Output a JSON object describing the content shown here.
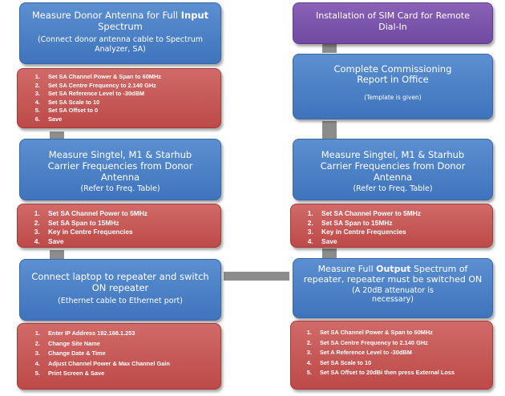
{
  "left_column": {
    "box1": {
      "title_pre": "Measure Donor Antenna for Full ",
      "title_bold": "Input",
      "title_post": " Spectrum",
      "subtitle": "(Connect donor antenna cable to Spectrum Analyzer, SA)"
    },
    "list1": [
      "Set SA Channel Power & Span to 60MHz",
      "Set SA Centre Frequency to 2.140 GHz",
      "Set SA Reference Level to -30dBM",
      "Set SA Scale to 10",
      "Set SA Offset to 0",
      "Save"
    ],
    "box2": {
      "title": "Measure Singtel, M1 & Starhub Carrier Frequencies from Donor Antenna",
      "subtitle": "(Refer to Freq. Table)"
    },
    "list2": [
      "Set SA Channel Power to 5MHz",
      "Set SA Span to 15MHz",
      "Key in Centre Frequencies",
      "Save"
    ],
    "box3": {
      "title": "Connect laptop to repeater and switch ON repeater",
      "subtitle": "(Ethernet cable to Ethernet port)"
    },
    "list3": [
      "Enter IP Address 192.168.1.253",
      "Change Site Name",
      "Change Date & Time",
      "Adjust Channel Power & Max Channel Gain",
      "Print Screen & Save"
    ]
  },
  "right_column": {
    "box1": {
      "title": "Installation of SIM Card for Remote Dial-In"
    },
    "box2": {
      "title": "Complete Commissioning Report in Office",
      "subtitle": "(Template is given)"
    },
    "box3": {
      "title": "Measure Singtel, M1 & Starhub Carrier Frequencies from Donor Antenna",
      "subtitle": "(Refer to Freq. Table)"
    },
    "list3": [
      "Set SA Channel Power to 5MHz",
      "Set SA Span to 15MHz",
      "Key in Centre Frequencies",
      "Save"
    ],
    "box4": {
      "title_pre": "Measure Full ",
      "title_bold": "Output",
      "title_post": " Spectrum of repeater, repeater must be switched ON",
      "subtitle": "(A 20dB attenuator is necessary)"
    },
    "list4": [
      "Set SA Channel Power & Span to 60MHz",
      "Set SA Centre Frequency to 2.140 GHz",
      "Set A Reference Level to -30dBM",
      "Set SA Scale to 10",
      "Set SA Offset to 20dBi then press External Loss"
    ]
  },
  "colors": {
    "blue": "#4f81bd",
    "red": "#c0504d",
    "purple": "#7b56aa",
    "connector": "#8c8c8c"
  }
}
